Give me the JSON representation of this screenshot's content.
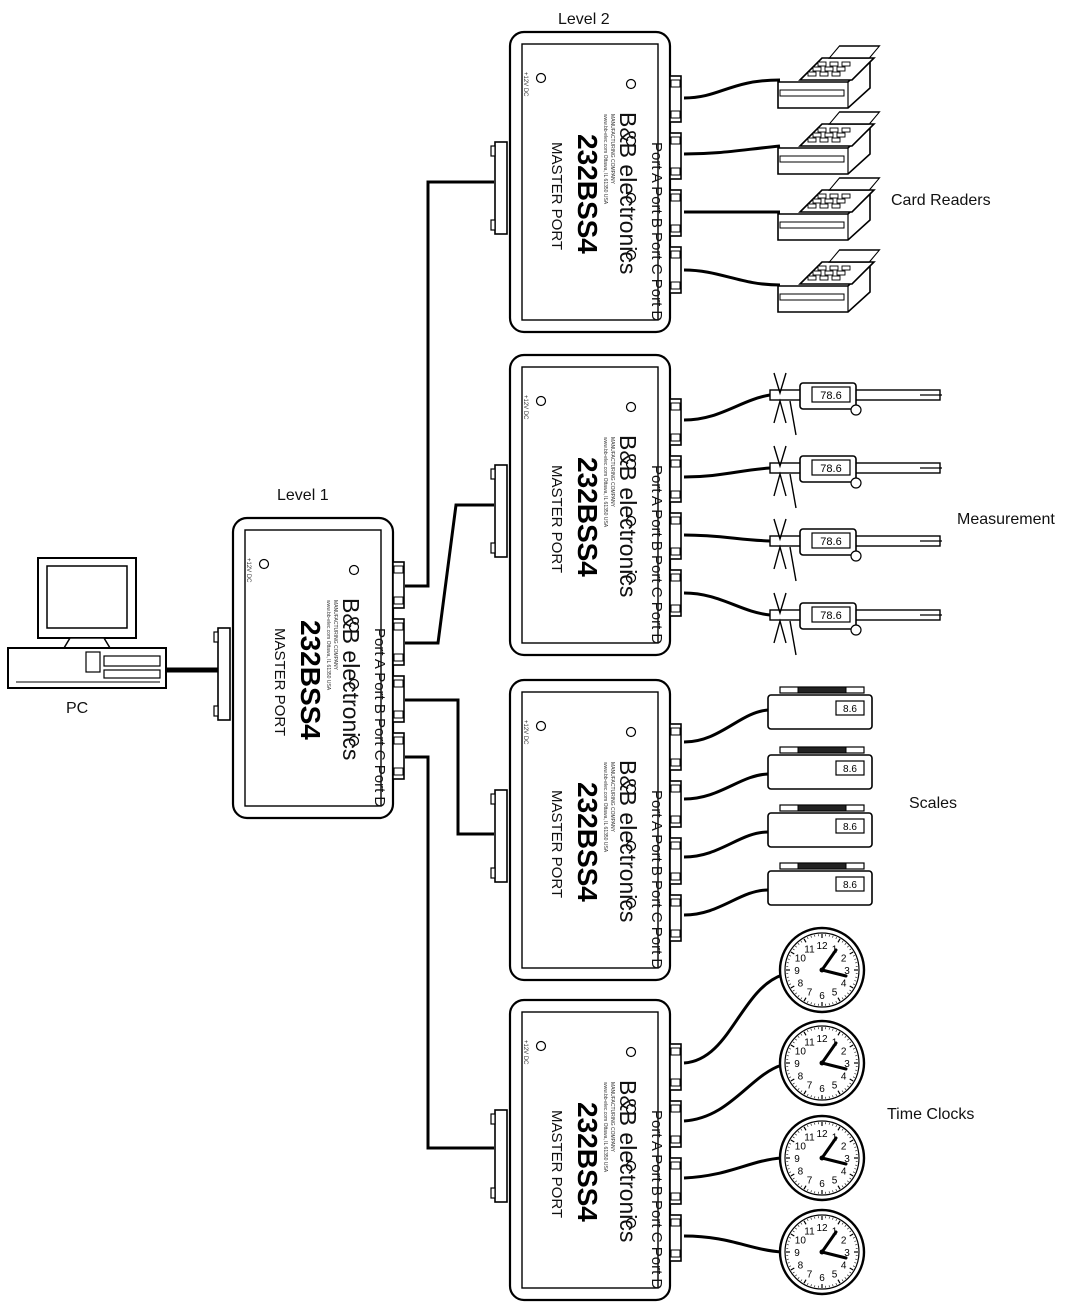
{
  "labels": {
    "level1": "Level 1",
    "level2": "Level 2",
    "pc": "PC",
    "card_readers": "Card Readers",
    "measurement": "Measurement",
    "scales": "Scales",
    "time_clocks": "Time Clocks"
  },
  "box": {
    "brand": "B&B electronics",
    "model": "232BSS4",
    "master_port": "MASTER PORT",
    "ports": "Port A Port B Port C Port D",
    "fine_print_1": "MANUFACTURING COMPANY",
    "fine_print_2": "www.bb-elec.com   Ottawa, IL 61350 USA",
    "power": "+12V DC"
  },
  "devices": {
    "caliper_reading": "78.6",
    "scale_reading": "8.6",
    "clock_numbers": [
      "12",
      "1",
      "2",
      "3",
      "4",
      "5",
      "6",
      "7",
      "8",
      "9",
      "10",
      "11"
    ]
  }
}
